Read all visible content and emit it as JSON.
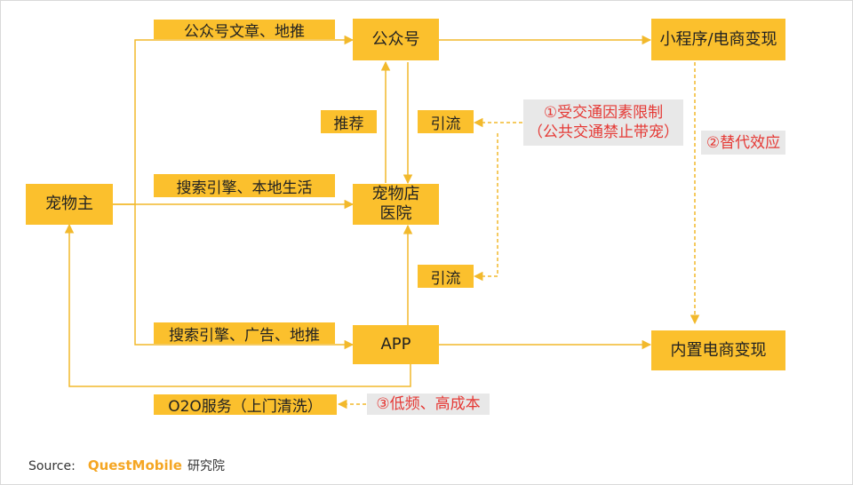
{
  "colors": {
    "accent": "#fbc02d",
    "line": "#f2b92c",
    "note_bg": "#e8e8e8",
    "note_text": "#e53935",
    "brand": "#f5a623"
  },
  "nodes": {
    "pet_owner": "宠物主",
    "official_account": "公众号",
    "pet_store": [
      "宠物店",
      "医院"
    ],
    "app": "APP",
    "mini_program": "小程序/电商变现",
    "builtin_ecommerce": "内置电商变现"
  },
  "edge_labels": {
    "articles_push": "公众号文章、地推",
    "recommend": "推荐",
    "traffic_top": "引流",
    "search_local": "搜索引擎、本地生活",
    "traffic_bottom": "引流",
    "search_ads_push": "搜索引擎、广告、地推",
    "o2o": "O2O服务（上门清洗）"
  },
  "notes": {
    "traffic_limit": [
      "①受交通因素限制",
      "（公共交通禁止带宠）"
    ],
    "substitution": "②替代效应",
    "low_freq": "③低频、高成本"
  },
  "footer": {
    "source_label": "Source:",
    "brand": "QuestMobile",
    "brand_sub": "研究院"
  }
}
